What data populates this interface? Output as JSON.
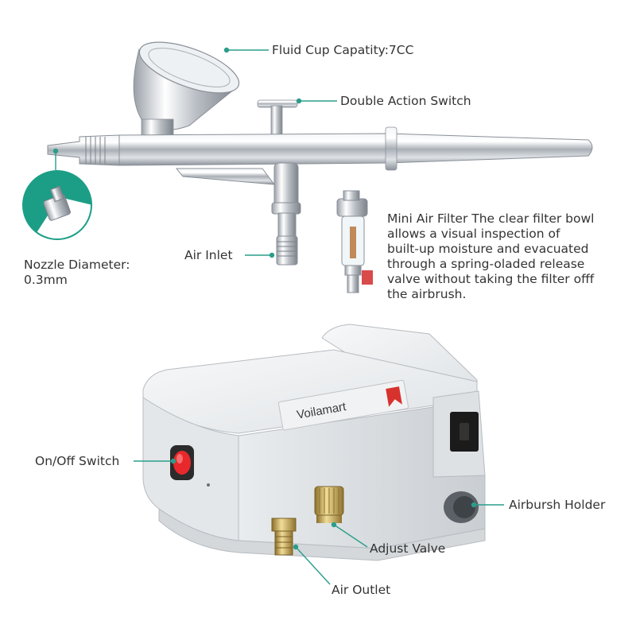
{
  "colors": {
    "leader": "#2a9d8a",
    "zoom_circle": "#1c9e86",
    "text": "#333333",
    "chrome": "#c8ccd0",
    "compressor": "#e6e9ec",
    "switch": "#e8282c",
    "brass": "#c9a84e"
  },
  "labels": {
    "fluid_cup": "Fluid Cup Capatity:7CC",
    "double_action": "Double Action Switch",
    "nozzle_line1": "Nozzle Diameter:",
    "nozzle_line2": "0.3mm",
    "air_inlet": "Air Inlet",
    "filter_lines": [
      "Mini Air Filter The clear filter bowl",
      "allows a visual inspection of",
      "built-up moisture and evacuated",
      "through a spring-oladed release",
      "valve without taking the filter offf",
      "the airbrush."
    ],
    "on_off": "On/Off Switch",
    "holder": "Airbursh Holder",
    "adjust_valve": "Adjust Valve",
    "air_outlet": "Air Outlet"
  },
  "product": {
    "brand": "Voilamart"
  }
}
